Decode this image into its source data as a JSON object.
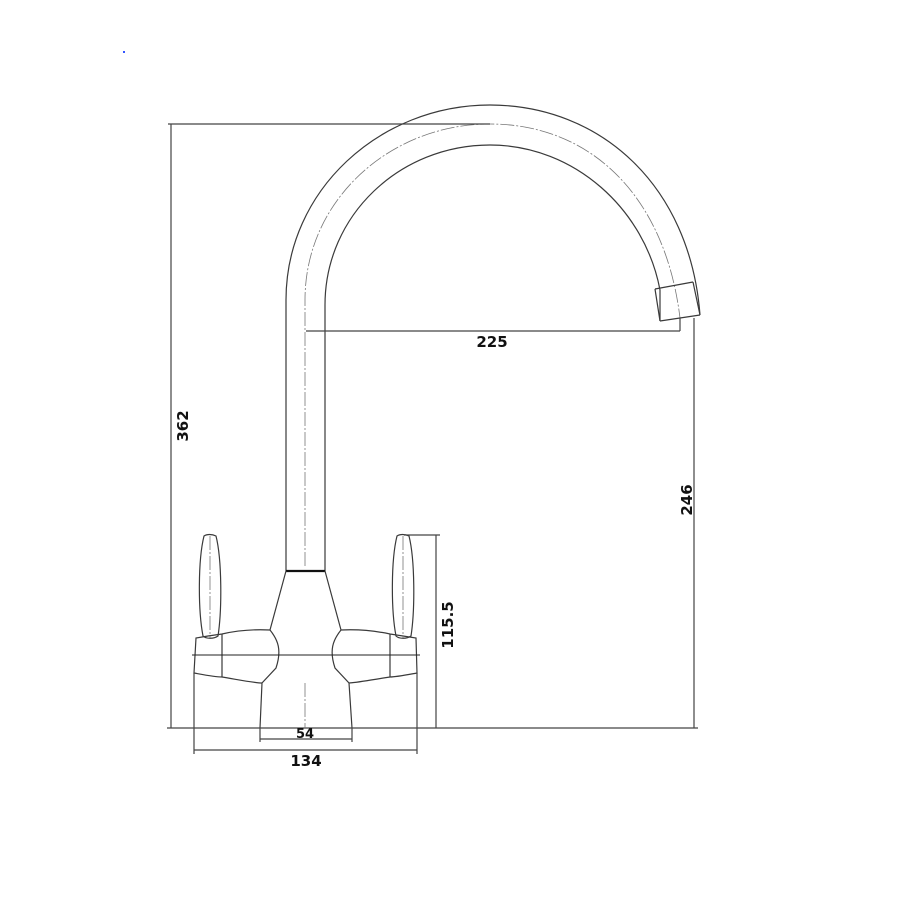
{
  "drawing": {
    "subject": "Twin lever kitchen tap / mixer with swan neck spout",
    "units": "mm",
    "dimensions": {
      "overall_height": "362",
      "spout_reach": "225",
      "spout_outlet_height": "246",
      "handle_height": "115.5",
      "base_diameter": "54",
      "body_width": "134"
    },
    "colors": {
      "line": "#3a3a3a",
      "text": "#111111",
      "background": "#ffffff",
      "marker_dot": "#3355ff"
    }
  }
}
